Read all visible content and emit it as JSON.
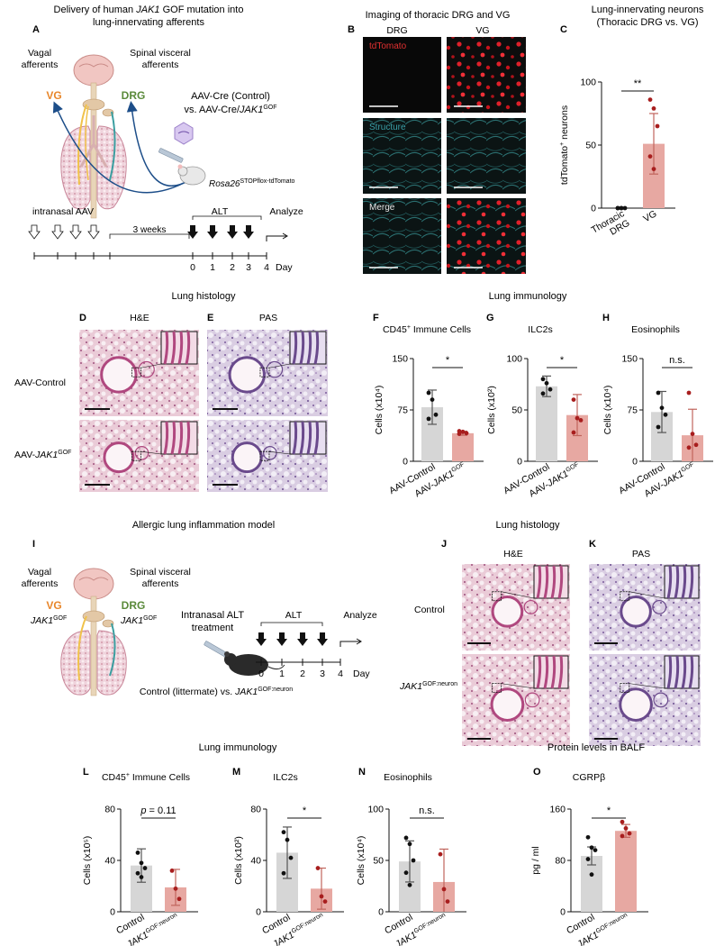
{
  "texts": {
    "A": "A",
    "B": "B",
    "C": "C",
    "D": "D",
    "E": "E",
    "F": "F",
    "G": "G",
    "H": "H",
    "I": "I",
    "J": "J",
    "K": "K",
    "L": "L",
    "M": "M",
    "N": "N",
    "O": "O",
    "a_title1": "Delivery of human JAK1 GOF mutation into",
    "a_title2": "lung-innervating afferents",
    "vagal1": "Vagal",
    "vagal2": "afferents",
    "spinal1": "Spinal visceral",
    "spinal2": "afferents",
    "vg": "VG",
    "drg": "DRG",
    "aav1": "AAV-Cre (Control)",
    "aav2": "vs. AAV-Cre/JAK1",
    "rosa": "Rosa26",
    "rosa_sup": "STOPflox-tdTomato",
    "intranasal_aav": "intranasal AAV",
    "three_weeks": "3 weeks",
    "alt": "ALT",
    "analyze": "Analyze",
    "day": "Day",
    "b_title": "Imaging of thoracic DRG and VG",
    "b_drg": "DRG",
    "b_vg": "VG",
    "b_tdtomato": "tdTomato",
    "b_structure": "Structure",
    "b_merge": "Merge",
    "lung_histology": "Lung histology",
    "lung_immunology": "Lung immunology",
    "he": "H&E",
    "pas": "PAS",
    "aav_control": "AAV-Control",
    "aav_jak1": "AAV-JAK1",
    "i_title": "Allergic lung inflammation model",
    "jak1": "JAK1",
    "gof": "GOF",
    "intranasal_alt1": "Intranasal ALT",
    "intranasal_alt2": "treatment",
    "control_vs": "Control (littermate) vs. JAK1",
    "gof_neuron": "GOF:neuron",
    "control": "Control",
    "jak1_gof_neuron": "JAK1",
    "protein_title": "Protein levels in BALF"
  },
  "chart_data": [
    {
      "id": "C",
      "type": "bar",
      "title": "Lung-innervating neurons (Thoracic DRG vs. VG)",
      "ylabel": "tdTomato+ neurons",
      "categories": [
        "Thoracic DRG",
        "VG"
      ],
      "values": [
        0,
        51
      ],
      "errors": [
        0.5,
        24
      ],
      "ylim": [
        0,
        100
      ],
      "yticks": [
        0,
        50,
        100
      ],
      "sig": "**",
      "points": [
        [
          0,
          0,
          0,
          0,
          0
        ],
        [
          86,
          79,
          65,
          41,
          31
        ]
      ]
    },
    {
      "id": "F",
      "type": "bar",
      "title": "CD45+ Immune Cells",
      "ylabel": "Cells (x10⁴)",
      "categories": [
        "AAV-Control",
        "AAV-JAK1GOF"
      ],
      "values": [
        79,
        41
      ],
      "errors": [
        25,
        3
      ],
      "ylim": [
        0,
        150
      ],
      "yticks": [
        0,
        75,
        150
      ],
      "sig": "*",
      "points": [
        [
          100,
          90,
          68,
          62
        ],
        [
          44,
          43,
          41,
          40
        ]
      ]
    },
    {
      "id": "G",
      "type": "bar",
      "title": "ILC2s",
      "ylabel": "Cells (x10²)",
      "categories": [
        "AAV-Control",
        "AAV-JAK1GOF"
      ],
      "values": [
        73,
        45
      ],
      "errors": [
        10,
        20
      ],
      "ylim": [
        0,
        100
      ],
      "yticks": [
        0,
        50,
        100
      ],
      "sig": "*",
      "points": [
        [
          80,
          76,
          70,
          66
        ],
        [
          60,
          42,
          40,
          28
        ]
      ]
    },
    {
      "id": "H",
      "type": "bar",
      "title": "Eosinophils",
      "ylabel": "Cells (x10⁴)",
      "categories": [
        "AAV-Control",
        "AAV-JAK1GOF"
      ],
      "values": [
        72,
        38
      ],
      "errors": [
        30,
        38
      ],
      "ylim": [
        0,
        150
      ],
      "yticks": [
        0,
        75,
        150
      ],
      "sig": "n.s.",
      "points": [
        [
          100,
          78,
          68,
          50
        ],
        [
          100,
          40,
          24,
          20
        ]
      ]
    },
    {
      "id": "L",
      "type": "bar",
      "title": "CD45+ Immune Cells",
      "ylabel": "Cells (x10⁵)",
      "categories": [
        "Control",
        "JAK1GOF:neuron"
      ],
      "values": [
        36,
        19
      ],
      "errors": [
        13,
        14
      ],
      "ylim": [
        0,
        80
      ],
      "yticks": [
        0,
        40,
        80
      ],
      "sig": "p = 0.11",
      "points": [
        [
          46,
          38,
          34,
          30,
          27
        ],
        [
          32,
          18,
          10
        ]
      ]
    },
    {
      "id": "M",
      "type": "bar",
      "title": "ILC2s",
      "ylabel": "Cells (x10²)",
      "categories": [
        "Control",
        "JAK1GOF:neuron"
      ],
      "values": [
        46,
        18
      ],
      "errors": [
        20,
        16
      ],
      "ylim": [
        0,
        80
      ],
      "yticks": [
        0,
        40,
        80
      ],
      "sig": "*",
      "points": [
        [
          62,
          56,
          42,
          30
        ],
        [
          34,
          12,
          8
        ]
      ]
    },
    {
      "id": "N",
      "type": "bar",
      "title": "Eosinophils",
      "ylabel": "Cells (x10⁴)",
      "categories": [
        "Control",
        "JAK1GOF:neuron"
      ],
      "values": [
        49,
        29
      ],
      "errors": [
        20,
        32
      ],
      "ylim": [
        0,
        100
      ],
      "yticks": [
        0,
        50,
        100
      ],
      "sig": "n.s.",
      "points": [
        [
          72,
          66,
          50,
          38,
          26
        ],
        [
          56,
          22,
          10
        ]
      ]
    },
    {
      "id": "O",
      "type": "bar",
      "title": "CGRPβ",
      "ylabel": "pg / ml",
      "categories": [
        "Control",
        "JAK1GOF:neuron"
      ],
      "values": [
        87,
        126
      ],
      "errors": [
        14,
        10
      ],
      "ylim": [
        0,
        160
      ],
      "yticks": [
        0,
        80,
        160
      ],
      "sig": "*",
      "points": [
        [
          116,
          100,
          96,
          82,
          58
        ],
        [
          140,
          130,
          122,
          118
        ]
      ]
    }
  ]
}
